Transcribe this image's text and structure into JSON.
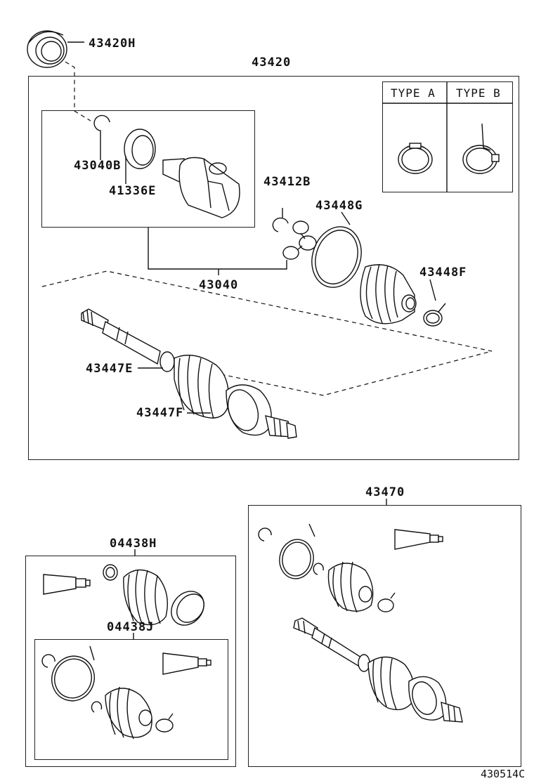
{
  "diagram": {
    "code": "430514C",
    "parts": {
      "bearing_seal": "43420H",
      "shaft_assy": "43420",
      "snap_ring": "43040B",
      "outer_ring": "41336E",
      "tripod_snap": "43412B",
      "boot_clamp_large": "43448G",
      "boot_clamp_small": "43448F",
      "inboard_joint": "43040",
      "outboard_boot_clamp": "43447E",
      "outboard_boot_kit": "43447F",
      "shaft_assy_other": "43470",
      "boot_kit_outer": "04438H",
      "boot_kit_inner": "04438J"
    },
    "types": {
      "a": "TYPE A",
      "b": "TYPE B"
    }
  }
}
